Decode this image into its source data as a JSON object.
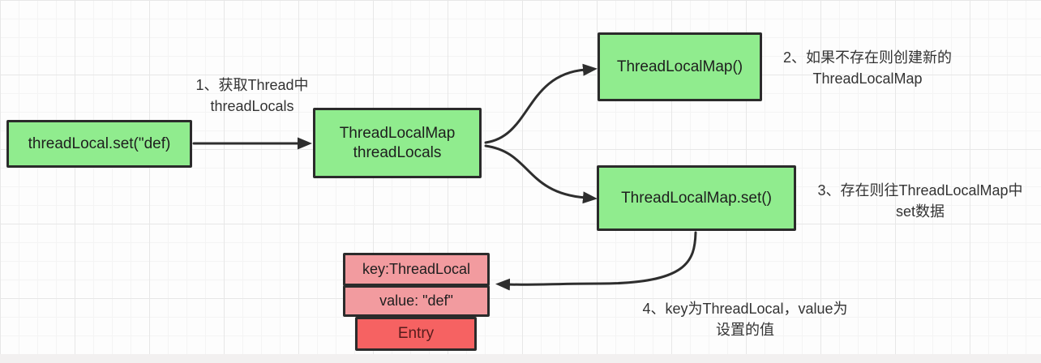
{
  "colors": {
    "box_green": "#90EC8E",
    "box_pink": "#F29B9F",
    "box_red": "#F66262",
    "border_dark": "#2B2B2B",
    "arrow": "#2E2E2E",
    "annotation_text": "#333333"
  },
  "nodes": {
    "threadlocal_set": {
      "label": "threadLocal.set(\"def)"
    },
    "threadlocals_map": {
      "line1": "ThreadLocalMap",
      "line2": "threadLocals"
    },
    "new_threadlocalmap": {
      "label": "ThreadLocalMap()"
    },
    "threadlocalmap_set": {
      "label": "ThreadLocalMap.set()"
    },
    "entry_key": {
      "label": "key:ThreadLocal"
    },
    "entry_value": {
      "label": "value: \"def\""
    },
    "entry": {
      "label": "Entry"
    }
  },
  "annotations": {
    "step1": {
      "line1": "1、获取Thread中",
      "line2": "threadLocals"
    },
    "step2": {
      "line1": "2、如果不存在则创建新的",
      "line2": "ThreadLocalMap"
    },
    "step3": {
      "line1": "3、存在则往ThreadLocalMap中",
      "line2": "set数据"
    },
    "step4": {
      "line1": "4、key为ThreadLocal，value为",
      "line2": "设置的值"
    }
  }
}
